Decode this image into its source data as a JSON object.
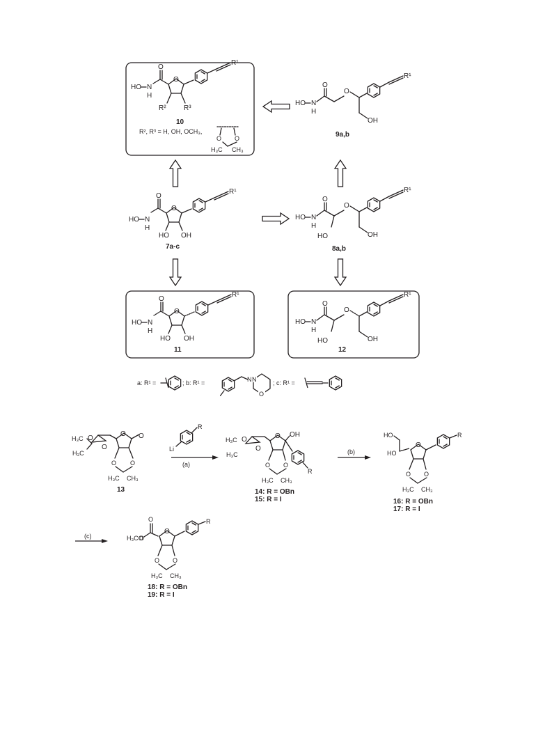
{
  "compounds": {
    "c10": "10",
    "c9": "9a,b",
    "c7": "7a-c",
    "c8": "8a,b",
    "c11": "11",
    "c12": "12",
    "c13": "13",
    "c14": "14: R = OBn",
    "c15": "15: R = I",
    "c16": "16: R = OBn",
    "c17": "17: R = I",
    "c18": "18: R = OBn",
    "c19": "19: R = I"
  },
  "substituent_note": "R², R³ = H, OH, OCH₃,",
  "r1_legend": {
    "a": "a: R¹ =",
    "b": "; b: R¹ =",
    "c": "; c: R¹ ="
  },
  "reagent": "Li",
  "steps": {
    "a": "(a)",
    "b": "(b)",
    "c": "(c)"
  },
  "atoms": {
    "O": "O",
    "OH": "OH",
    "HO": "HO",
    "N": "N",
    "H": "H",
    "HOH": "HO",
    "R": "R",
    "R1": "R¹",
    "R2": "R²",
    "R3": "R³",
    "H3C": "H₃C",
    "CH3": "CH₃",
    "H3CO": "H₃CO"
  }
}
